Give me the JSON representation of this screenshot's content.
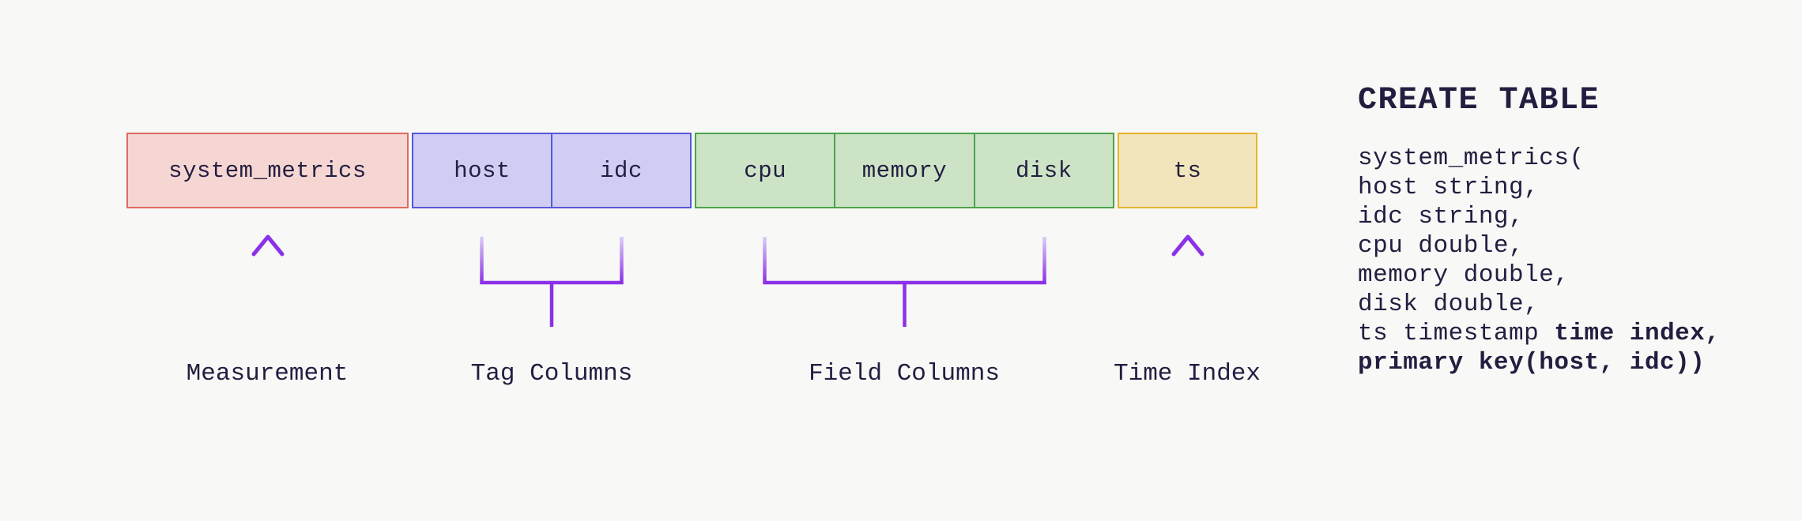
{
  "diagram": {
    "groups": [
      {
        "name": "measurement",
        "label": "Measurement",
        "pointer": "arrow-up",
        "cells": [
          "system_metrics"
        ],
        "fill": "#f6d6d2",
        "border": "#db6c62"
      },
      {
        "name": "tag",
        "label": "Tag Columns",
        "pointer": "bracket",
        "cells": [
          "host",
          "idc"
        ],
        "fill": "#d0cdf4",
        "border": "#5757d9"
      },
      {
        "name": "field",
        "label": "Field Columns",
        "pointer": "bracket",
        "cells": [
          "cpu",
          "memory",
          "disk"
        ],
        "fill": "#cde3c6",
        "border": "#4ba34b"
      },
      {
        "name": "time",
        "label": "Time Index",
        "pointer": "arrow-up",
        "cells": [
          "ts"
        ],
        "fill": "#f2e5bb",
        "border": "#e7b42f"
      }
    ],
    "accent_purple": "#8b31e8",
    "accent_purple_faded": "#e4d9f8",
    "text_color": "#221e40",
    "background": "#f8f8f6"
  },
  "sql": {
    "heading": "CREATE TABLE",
    "lines": [
      {
        "n": "system_metrics(",
        "b": ""
      },
      {
        "n": "host string,",
        "b": ""
      },
      {
        "n": "idc string,",
        "b": ""
      },
      {
        "n": "cpu double,",
        "b": ""
      },
      {
        "n": "memory double,",
        "b": ""
      },
      {
        "n": "disk double,",
        "b": ""
      },
      {
        "n": "ts timestamp ",
        "b": "time index,"
      },
      {
        "n": "",
        "b": "primary key(host, idc))"
      }
    ]
  }
}
